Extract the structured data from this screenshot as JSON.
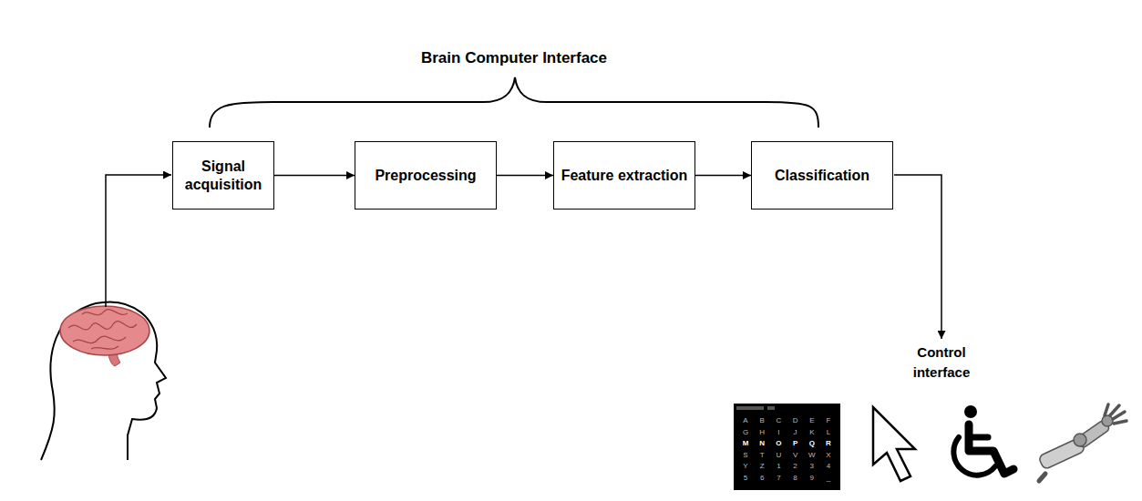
{
  "diagram": {
    "title": "Brain Computer Interface",
    "nodes": [
      {
        "text": [
          "Signal acquisition"
        ]
      },
      {
        "text": [
          "Preprocessing"
        ]
      },
      {
        "text": [
          "Feature extraction"
        ]
      },
      {
        "text": [
          "Classification"
        ]
      }
    ],
    "edges": [
      {
        "from": 0,
        "to": 1,
        "arrow": "to"
      },
      {
        "from": 1,
        "to": 2,
        "arrow": "to"
      },
      {
        "from": 2,
        "to": 3,
        "arrow": "to"
      }
    ],
    "labels": [
      "Control interface",
      "A",
      "B",
      "C",
      "D",
      "E",
      "F",
      "G",
      "H",
      "I",
      "J",
      "K",
      "L",
      "M",
      "N",
      "O",
      "P",
      "Q",
      "R",
      "S",
      "T",
      "U",
      "V",
      "W",
      "X",
      "Y",
      "Z",
      "1",
      "2",
      "3",
      "4",
      "5",
      "6",
      "7",
      "8",
      "9",
      "_"
    ]
  }
}
